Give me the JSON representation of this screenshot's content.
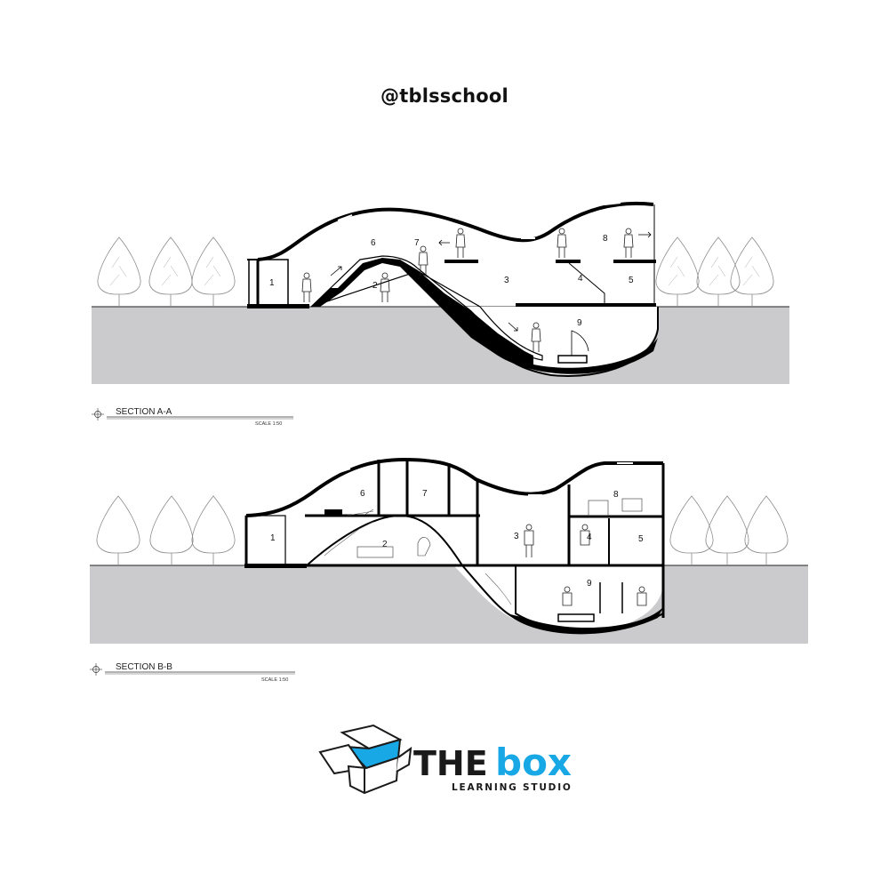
{
  "header": {
    "handle": "@tblsschool"
  },
  "section_a": {
    "title": "SECTION A-A",
    "scale": "SCALE 1:50",
    "room_labels": [
      "1",
      "2",
      "3",
      "4",
      "5",
      "6",
      "7",
      "8",
      "9"
    ]
  },
  "section_b": {
    "title": "SECTION B-B",
    "scale": "SCALE 1:50",
    "room_labels": [
      "1",
      "2",
      "3",
      "4",
      "5",
      "6",
      "7",
      "8",
      "9"
    ]
  },
  "logo": {
    "word_the": "THE",
    "word_box": "box",
    "subtitle": "LEARNING STUDIO",
    "accent_color": "#19a8e6"
  },
  "colors": {
    "ground": "#cbcbcd",
    "ink": "#000000"
  }
}
